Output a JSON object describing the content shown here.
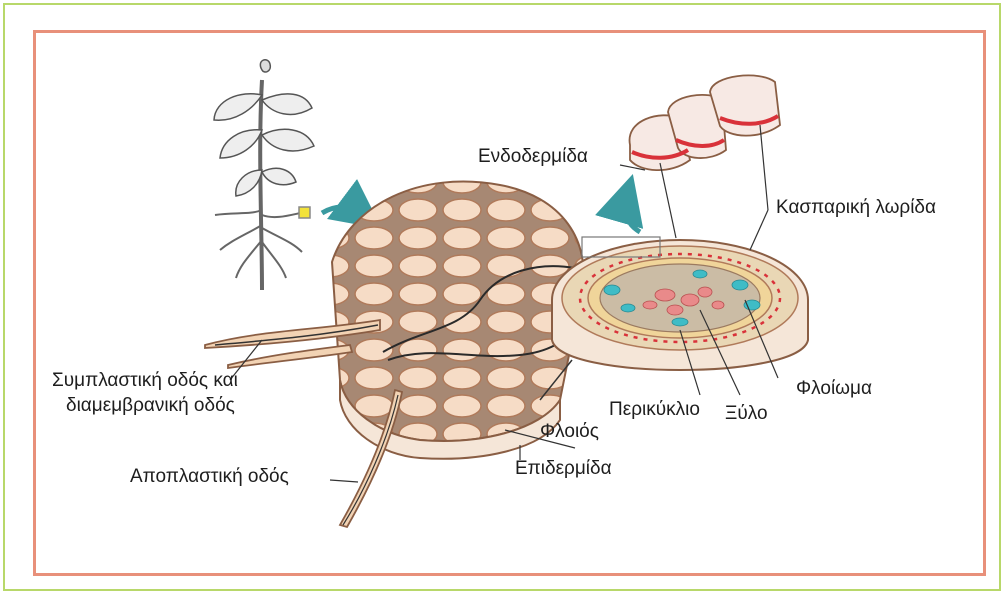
{
  "labels": {
    "endodermis": "Ενδοδερμίδα",
    "casparian_strip": "Κασπαρική λωρίδα",
    "symplastic_line1": "Συμπλαστική οδός και",
    "symplastic_line2": "διαμεμβρανική οδός",
    "pericycle": "Περικύκλιο",
    "xylem": "Ξύλο",
    "phloem": "Φλοίωμα",
    "cortex": "Φλοιός",
    "epidermis": "Επιδερμίδα",
    "apoplastic": "Αποπλαστική οδός"
  },
  "colors": {
    "outer_border": "#b8d86a",
    "inner_border": "#e8907a",
    "cell_fill": "#f6dcc6",
    "cell_wall": "#b07a5a",
    "xylem": "#e98a8a",
    "phloem": "#3fbcc6",
    "casparian": "#d9323a",
    "arrow": "#3a9aa0"
  }
}
